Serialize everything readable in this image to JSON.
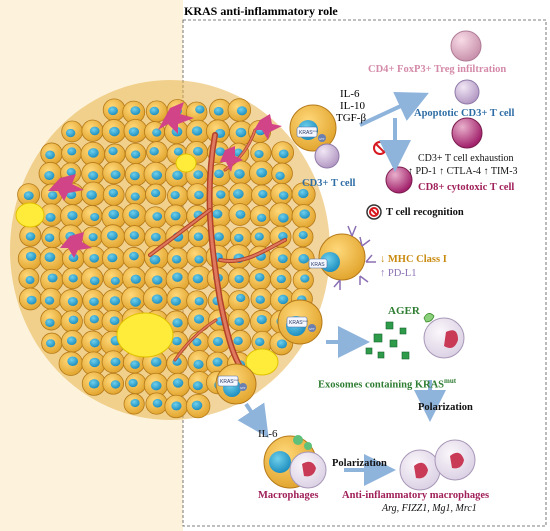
{
  "title": "KRAS anti-inflammatory role",
  "colors": {
    "treg": "#d48aa8",
    "apoptotic": "#2e6da4",
    "cd3": "#2e6da4",
    "cd8": "#a0205a",
    "mhc": "#c98a10",
    "pdl1": "#8b6fb3",
    "ager": "#2e7d32",
    "exosome": "#2e7d32",
    "macrophage": "#a0205a",
    "black": "#111111",
    "arrow": "#8fb4dc"
  },
  "cytokines_top": [
    "IL-6",
    "IL-10",
    "TGF-β"
  ],
  "labels": {
    "treg": "CD4+ FoxP3+ Treg infiltration",
    "apoptotic": "Apoptotic CD3+ T cell",
    "exhaustion": "CD3+ T cell exhaustion",
    "exhaustion_markers": "↑ PD-1 ↑ CTLA-4 ↑ TIM-3",
    "cd3_t_cell": "CD3+ T cell",
    "cd8": "CD8+ cytotoxic T cell",
    "t_cell_recognition": "T cell recognition",
    "mhc": "↓ MHC Class I",
    "pdl1": "↑ PD-L1",
    "ager": "AGER",
    "exosomes": "Exosomes containing KRAS",
    "exosomes_sup": "mut",
    "polarization_right": "Polarization",
    "il6_bottom": "IL-6",
    "polarization_bottom": "Polarization",
    "macrophages": "Macrophages",
    "anti_macrophages": "Anti-inflammatory macrophages",
    "markers": "Arg, FIZZ1, Mg1, Mrc1"
  },
  "kras_tag": "KRAS",
  "kras_tag_sup": "mut",
  "gtp_tag": "GTP"
}
